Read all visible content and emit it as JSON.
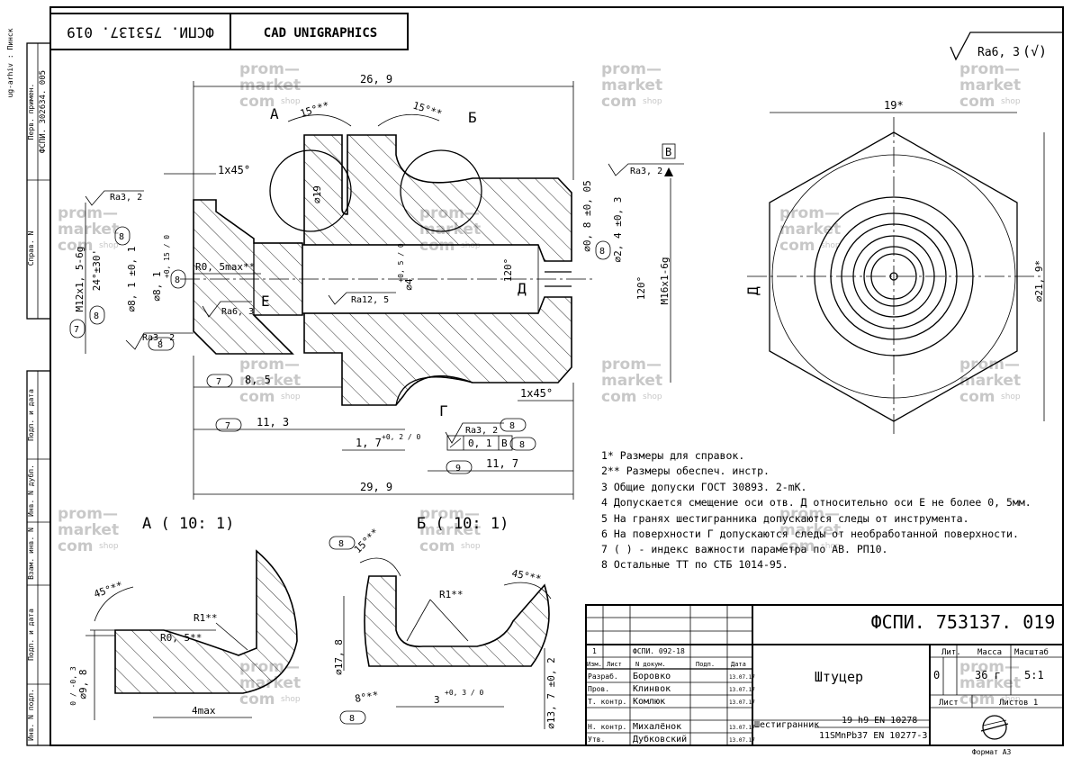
{
  "stamp": {
    "code_top": "ФСПИ. 753137. 019",
    "cad": "CAD UNIGRAPHICS",
    "code_main": "ФСПИ. 753137. 019",
    "name": "Штуцер",
    "lit_label": "Лит.",
    "mass_label": "Масса",
    "scale_label": "Масштаб",
    "lit_value": "0",
    "mass_value": "36 г",
    "scale_value": "5:1",
    "sheet_label": "Лист",
    "sheets_label": "Листов 1",
    "material_1": "19 h9 EN 10278",
    "material_prefix": "Шестигранник",
    "material_2": "11SMnPb37 EN 10277-3",
    "format": "Формат А3",
    "change_no": "1",
    "change_doc": "ФСПИ. 092-18",
    "col_izm": "Изм.",
    "col_list": "Лист",
    "col_doc": "N докум.",
    "col_sign": "Подп.",
    "col_date": "Дата",
    "people": [
      {
        "role": "Разраб.",
        "name": "Боровко",
        "date": "13.07.17"
      },
      {
        "role": "Пров.",
        "name": "Клинвок",
        "date": "13.07.17"
      },
      {
        "role": "Т. контр.",
        "name": "Комлюк",
        "date": "13.07.17"
      },
      {
        "role": "Н. контр.",
        "name": "Михалёнок",
        "date": "13.07.17"
      },
      {
        "role": "Утв.",
        "name": "Дубковский",
        "date": "13.07.17"
      }
    ]
  },
  "side_labels": {
    "perv": "Перв. примен.",
    "perv_code": "ФСПИ. 302634. 005",
    "sprav": "Справ. N",
    "podp_data1": "Подп. и дата",
    "inv_dubl": "Инв. N дубл.",
    "vzam": "Взам. инв. N",
    "podp_data2": "Подп. и дата",
    "inv_podl": "Инв. N подл.",
    "corner": "ug-arhiv : Пинск"
  },
  "roughness": {
    "main": "Ra6, 3",
    "paren": "(√)"
  },
  "dims": {
    "d269": "26, 9",
    "d299": "29, 9",
    "d19": "⌀19",
    "m12": "M12x1, 5-6g",
    "m16": "M16x1-6g",
    "chamfer1": "1x45°",
    "chamfer2": "1x45°",
    "ang15a": "15°**",
    "ang15b": "15°**",
    "ang24": "24°±30'",
    "d81": "⌀8, 1 ±0, 1",
    "d81b": "⌀8, 1",
    "d81tol": "+0, 15 / 0",
    "d4": "⌀4",
    "d4tol": "+0, 5 / 0",
    "r05": "R0, 5max**",
    "ang120a": "120°",
    "ang120b": "120°",
    "d08": "⌀0, 8 ±0, 05",
    "d24": "⌀2, 4 ±0, 3",
    "d85": "8, 5",
    "d113": "11, 3",
    "d117": "11, 7",
    "d17": "1, 7",
    "d17tol": "+0, 2 / 0",
    "tol_frame": "0, 1",
    "tol_base": "В",
    "hex19": "19*",
    "d219": "⌀21, 9*",
    "ra32a": "Ra3, 2",
    "ra32b": "Ra3, 2",
    "ra32c": "Ra3, 2",
    "ra32d": "Ra3, 2",
    "ra125": "Ra12, 5",
    "ra63": "Ra6, 3",
    "label_A": "А",
    "label_B": "Б",
    "label_E": "Е",
    "label_G": "Г",
    "label_D": "Д",
    "label_V": "В"
  },
  "detailA": {
    "title": "А ( 10: 1)",
    "ang45": "45°**",
    "r1": "R1**",
    "r05": "R0, 5**",
    "d98": "⌀9, 8",
    "d98tol": "0 / -0, 3",
    "d4max": "4max"
  },
  "detailB": {
    "title": "Б ( 10: 1)",
    "ang15": "15°**",
    "ang45": "45°**",
    "r1": "R1**",
    "d178": "⌀17, 8",
    "d3": "3",
    "d3tol": "+0, 3 / 0",
    "d137": "⌀13, 7 ±0, 2",
    "ang8": "8°**"
  },
  "notes": [
    "1* Размеры для справок.",
    "2** Размеры обеспеч. инстр.",
    "3 Общие допуски ГОСТ 30893. 2-mK.",
    "4 Допускается смещение оси отв. Д относительно оси Е не более 0, 5мм.",
    "5 На гранях шестигранника допускаются следы от инструмента.",
    "6 На поверхности Г допускаются следы от необработанной поверхности.",
    "7 ( ) - индекс важности параметра по АВ. РП10.",
    "8 Остальные ТТ по СТБ 1014-95."
  ],
  "ovals": [
    "8",
    "8",
    "8",
    "7",
    "8",
    "7",
    "7",
    "8",
    "8",
    "8",
    "9",
    "8",
    "8"
  ],
  "watermark": {
    "l1": "prom—",
    "l2": "market",
    "l3": "com",
    "shop": "shop"
  }
}
